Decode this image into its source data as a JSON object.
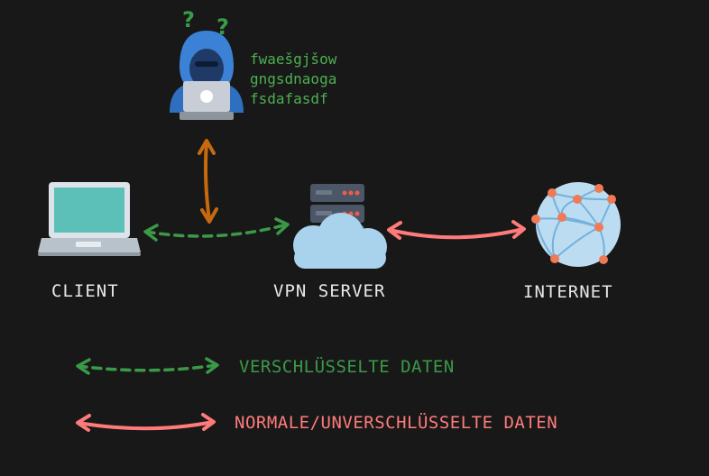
{
  "nodes": {
    "client": "CLIENT",
    "vpn_server": "VPN SERVER",
    "internet": "INTERNET"
  },
  "attacker": {
    "question_marks": [
      "?",
      "?"
    ],
    "ciphertext": [
      "fwaešgjšow",
      "gngsdnaoga",
      "fsdafasdf"
    ]
  },
  "legend": {
    "encrypted": "VERSCHLÜSSELTE DATEN",
    "unencrypted": "NORMALE/UNVERSCHLÜSSELTE DATEN"
  },
  "colors": {
    "background": "#181818",
    "encrypted": "#3a9a47",
    "unencrypted": "#ff7b7b",
    "intercept": "#c7690f",
    "cipher_text": "#4caf50"
  },
  "icons": {
    "client": "laptop-icon",
    "vpn_server": "server-cloud-icon",
    "internet": "globe-network-icon",
    "attacker": "hacker-icon"
  }
}
